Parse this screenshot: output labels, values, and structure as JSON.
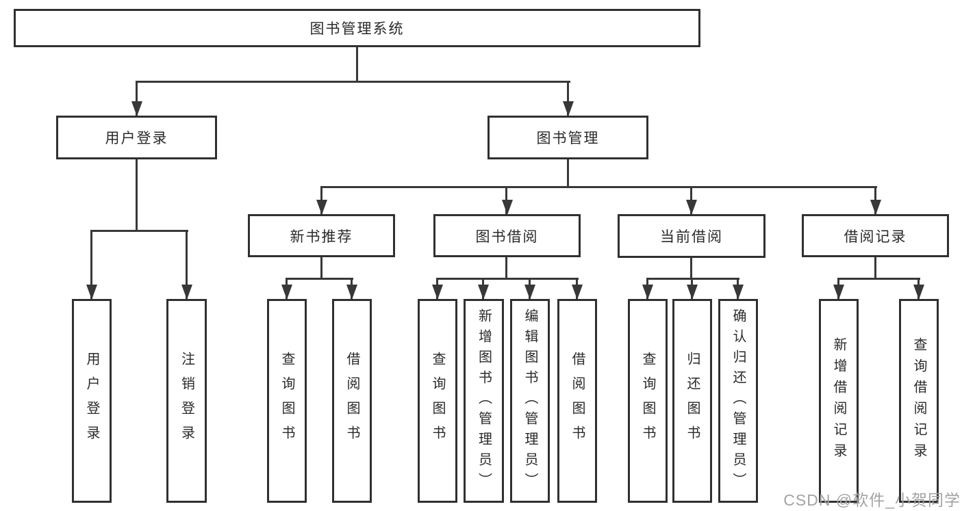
{
  "diagram_title": "图书管理系统",
  "watermark": "CSDN @软件_小贺同学",
  "colors": {
    "line": "#383838",
    "box_border": "#303030",
    "text": "#2a2a2a",
    "watermark": "#a3a3a3",
    "background": "#ffffff"
  },
  "tree": {
    "id": "root",
    "label": "图书管理系统",
    "children": [
      {
        "id": "user-login",
        "label": "用户登录",
        "children": [
          {
            "id": "ul-login",
            "label": "用户登录"
          },
          {
            "id": "ul-logout",
            "label": "注销登录"
          }
        ]
      },
      {
        "id": "book-mgmt",
        "label": "图书管理",
        "children": [
          {
            "id": "new-rec",
            "label": "新书推荐",
            "children": [
              {
                "id": "nr-query",
                "label": "查询图书"
              },
              {
                "id": "nr-borrow",
                "label": "借阅图书"
              }
            ]
          },
          {
            "id": "book-borrow",
            "label": "图书借阅",
            "children": [
              {
                "id": "bb-query",
                "label": "查询图书"
              },
              {
                "id": "bb-add",
                "label": "新增图书（管理员）"
              },
              {
                "id": "bb-edit",
                "label": "编辑图书（管理员）"
              },
              {
                "id": "bb-borrow",
                "label": "借阅图书"
              }
            ]
          },
          {
            "id": "cur-borrow",
            "label": "当前借阅",
            "children": [
              {
                "id": "cb-query",
                "label": "查询图书"
              },
              {
                "id": "cb-return",
                "label": "归还图书"
              },
              {
                "id": "cb-confirm",
                "label": "确认归还（管理员）"
              }
            ]
          },
          {
            "id": "borrow-rec",
            "label": "借阅记录",
            "children": [
              {
                "id": "br-add",
                "label": "新增借阅记录"
              },
              {
                "id": "br-query",
                "label": "查询借阅记录"
              }
            ]
          }
        ]
      }
    ]
  }
}
